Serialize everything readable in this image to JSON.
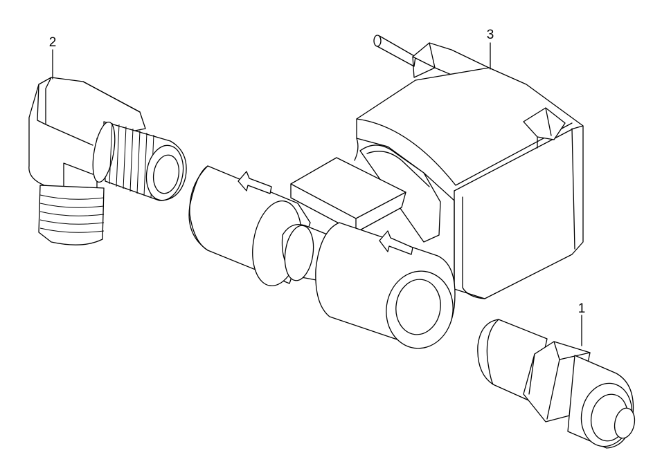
{
  "callouts": [
    {
      "id": "callout-1",
      "number": "1"
    },
    {
      "id": "callout-2",
      "number": "2"
    },
    {
      "id": "callout-3",
      "number": "3"
    }
  ],
  "colors": {
    "line": "#000000",
    "background": "#ffffff"
  }
}
